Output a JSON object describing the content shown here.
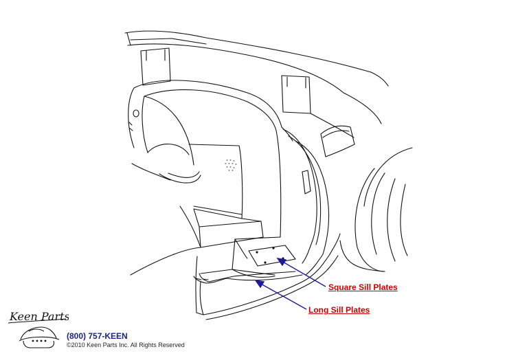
{
  "callouts": {
    "square_sill_plates": "Square Sill Plates",
    "long_sill_plates": "Long Sill Plates"
  },
  "footer": {
    "phone": "(800) 757-KEEN",
    "copyright": "©2010 Keen Parts Inc. All Rights Reserved"
  },
  "logo": {
    "text": "Keen Parts"
  },
  "colors": {
    "callout_text": "#cc0000",
    "arrow": "#1a1a9a",
    "line_art": "#111111",
    "phone_text": "#1a237e"
  }
}
